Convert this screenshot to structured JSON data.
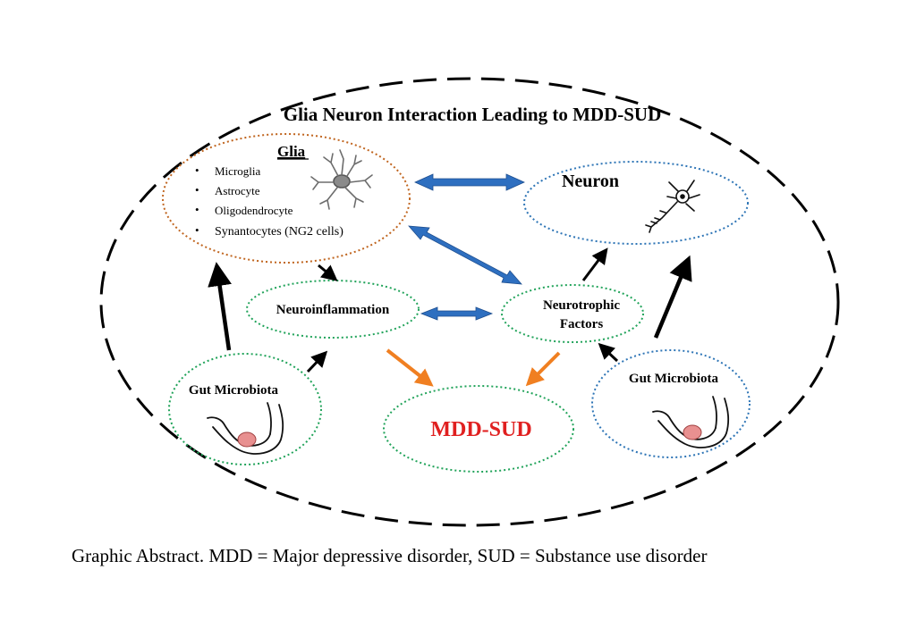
{
  "diagram": {
    "title": "Glia Neuron Interaction Leading to MDD-SUD",
    "glia": {
      "heading": "Glia",
      "items": [
        "Microglia",
        "Astrocyte",
        "Oligodendrocyte",
        "Synantocytes (NG2 cells)"
      ],
      "bullet": "•"
    },
    "neuron": {
      "label": "Neuron"
    },
    "neuroinflammation": {
      "label": "Neuroinflammation"
    },
    "neurotrophic": {
      "label_line1": "Neurotrophic",
      "label_line2": "Factors"
    },
    "gut_left": {
      "label": "Gut Microbiota"
    },
    "gut_right": {
      "label": "Gut Microbiota"
    },
    "outcome": {
      "label": "MDD-SUD"
    },
    "colors": {
      "glia_border": "#c0651f",
      "neuron_border": "#2e75b6",
      "green_border": "#21a35a",
      "blue_arrow": "#2e6fc0",
      "orange_arrow": "#f07f21",
      "outcome_text": "#e02020",
      "black": "#000000"
    }
  },
  "caption": "Graphic Abstract. MDD = Major depressive disorder, SUD = Substance use disorder"
}
